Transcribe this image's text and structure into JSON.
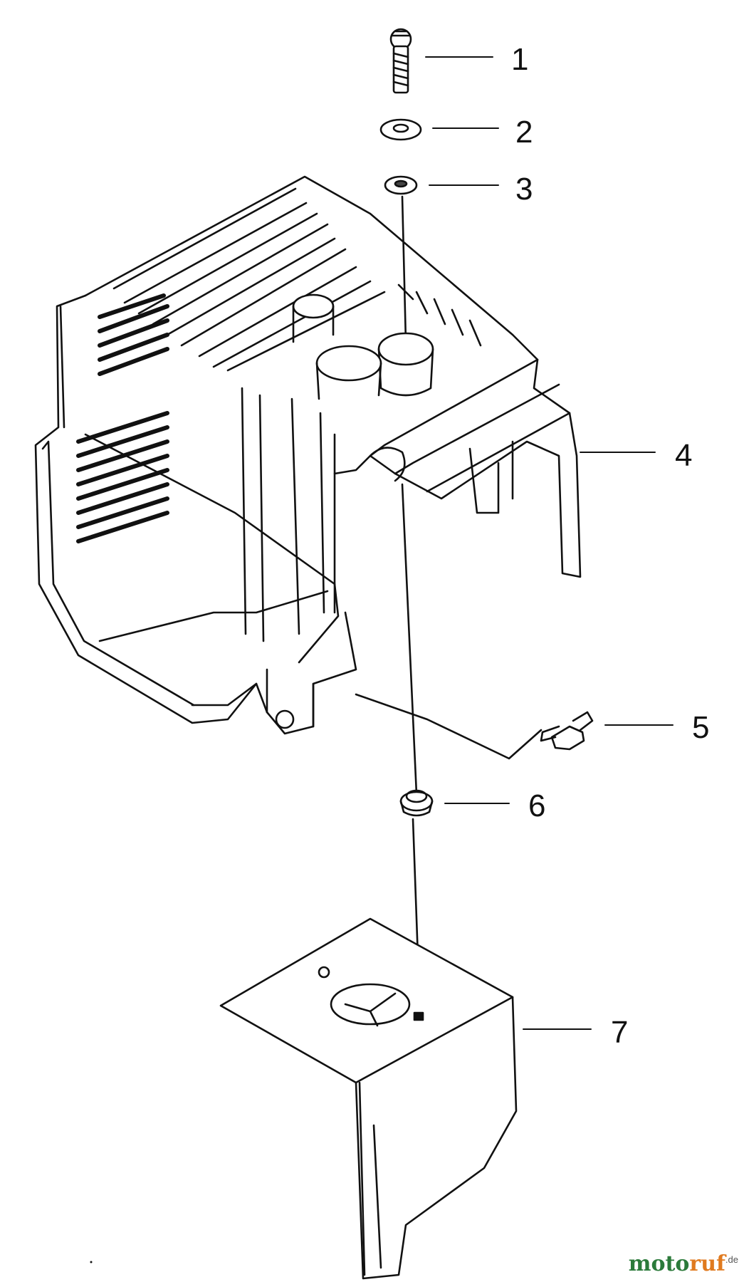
{
  "diagram": {
    "callouts": [
      {
        "number": "1",
        "part": "screw"
      },
      {
        "number": "2",
        "part": "washer"
      },
      {
        "number": "3",
        "part": "spring-washer"
      },
      {
        "number": "4",
        "part": "cylinder-cover"
      },
      {
        "number": "5",
        "part": "bolt"
      },
      {
        "number": "6",
        "part": "grommet"
      },
      {
        "number": "7",
        "part": "bracket-plate"
      }
    ]
  },
  "watermark": {
    "prefix": "moto",
    "suffix": "ruf",
    "tld": ".de",
    "colors": {
      "prefix": "#2b7a3a",
      "suffix": "#e07a1f",
      "tld": "#555555"
    }
  }
}
